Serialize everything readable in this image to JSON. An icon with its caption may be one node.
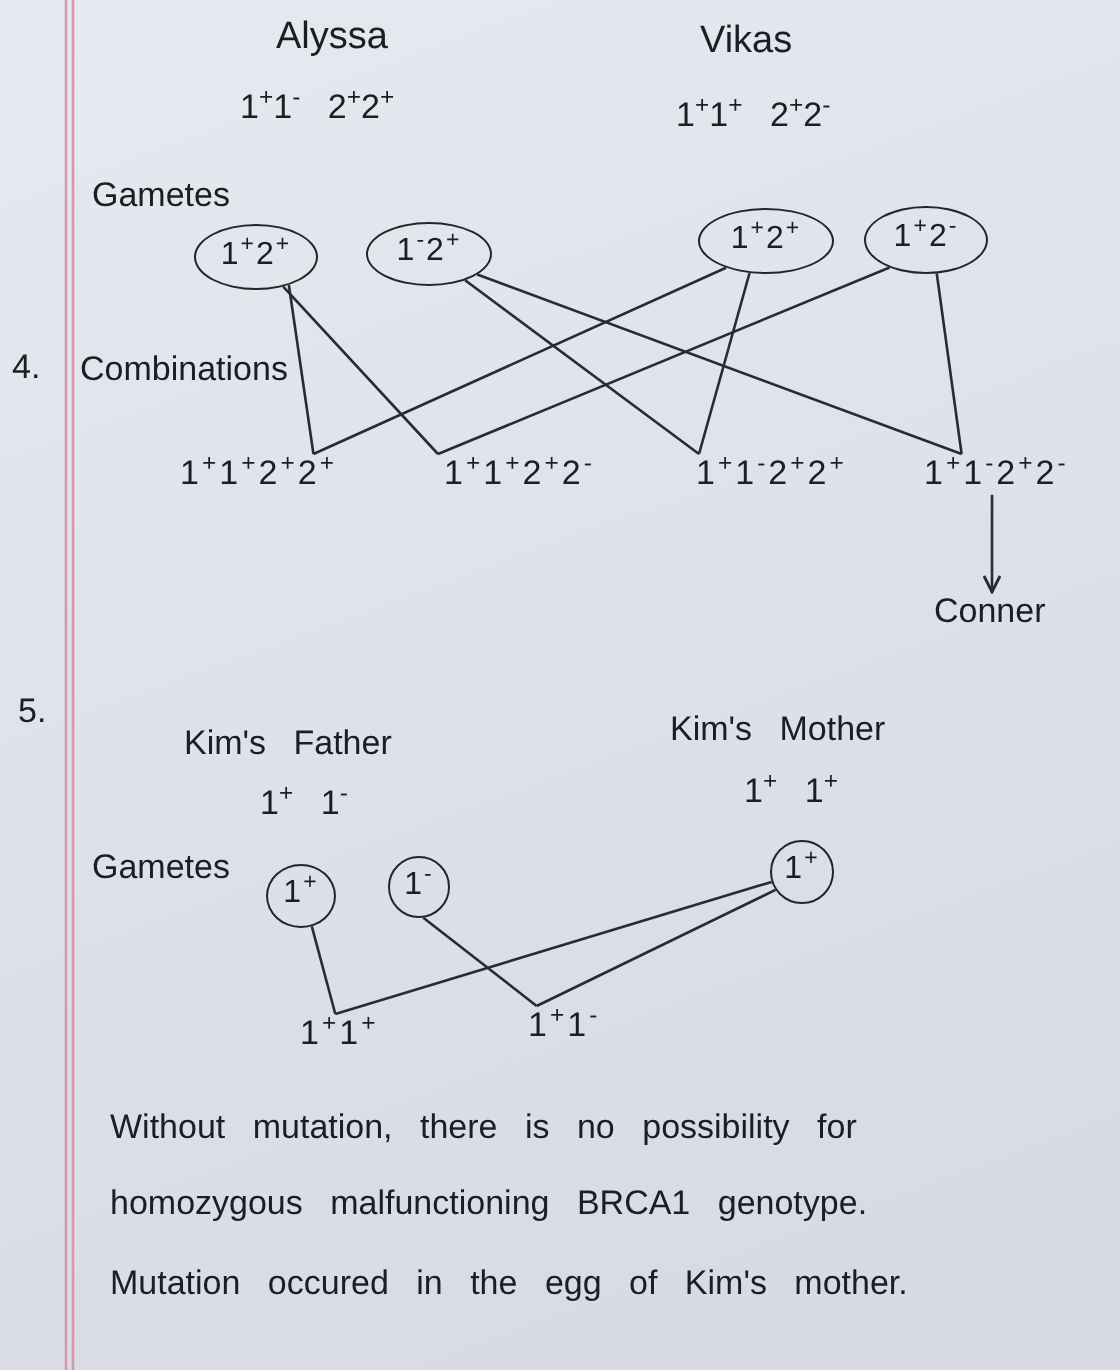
{
  "diagram": {
    "nodes": [
      {
        "text": [
          "1$^{+}$2$^{+}$"
        ]
      },
      {
        "text": [
          "1$^{-}$2$^{+}$"
        ]
      },
      {
        "text": [
          "1$^{+}$2$^{+}$"
        ]
      },
      {
        "text": [
          "1$^{+}$2$^{-}$"
        ]
      },
      {
        "text": [
          "1$^{+}$1$^{+}$2$^{+}$2$^{+}$"
        ]
      },
      {
        "text": [
          "1$^{+}$1$^{+}$2$^{+}$2$^{-}$"
        ]
      },
      {
        "text": [
          "1$^{+}$1$^{-}$2$^{+}$2$^{+}$"
        ]
      },
      {
        "text": [
          "1$^{+}$1$^{-}$2$^{+}$2$^{-}$"
        ]
      },
      {
        "text": [
          "Conner"
        ]
      },
      {
        "text": [
          "1$^{+}$"
        ]
      },
      {
        "text": [
          "1$^{-}$"
        ]
      },
      {
        "text": [
          "1$^{+}$"
        ]
      },
      {
        "text": [
          "1$^{+}$1$^{+}$"
        ]
      },
      {
        "text": [
          "1$^{+}$1$^{-}$"
        ]
      }
    ],
    "edges": [
      {
        "from": 0,
        "to": 4,
        "arrow": "none"
      },
      {
        "from": 2,
        "to": 4,
        "arrow": "none"
      },
      {
        "from": 0,
        "to": 5,
        "arrow": "none"
      },
      {
        "from": 3,
        "to": 5,
        "arrow": "none"
      },
      {
        "from": 1,
        "to": 6,
        "arrow": "none"
      },
      {
        "from": 2,
        "to": 6,
        "arrow": "none"
      },
      {
        "from": 1,
        "to": 7,
        "arrow": "none"
      },
      {
        "from": 3,
        "to": 7,
        "arrow": "none"
      },
      {
        "from": 7,
        "to": 8,
        "arrow": "to"
      },
      {
        "from": 9,
        "to": 12,
        "arrow": "none"
      },
      {
        "from": 11,
        "to": 12,
        "arrow": "none"
      },
      {
        "from": 10,
        "to": 13,
        "arrow": "none"
      },
      {
        "from": 11,
        "to": 13,
        "arrow": "none"
      }
    ],
    "labels": [
      "Alyssa",
      "Vikas",
      "1$^{+}$1$^{-}$ 2$^{+}$2$^{+}$",
      "1$^{+}$1$^{+}$ 2$^{+}$2$^{-}$",
      "Gametes",
      "4.",
      "Combinations",
      "5.",
      "Kim's Father",
      "Kim's Mother",
      "1$^{+}$ 1$^{-}$",
      "1$^{+}$ 1$^{+}$",
      "Gametes",
      "Without mutation, there is no possibility for homozygous malfunctioning BRCA1 genotype.",
      "Mutation occured in the egg of Kim's mother."
    ]
  }
}
